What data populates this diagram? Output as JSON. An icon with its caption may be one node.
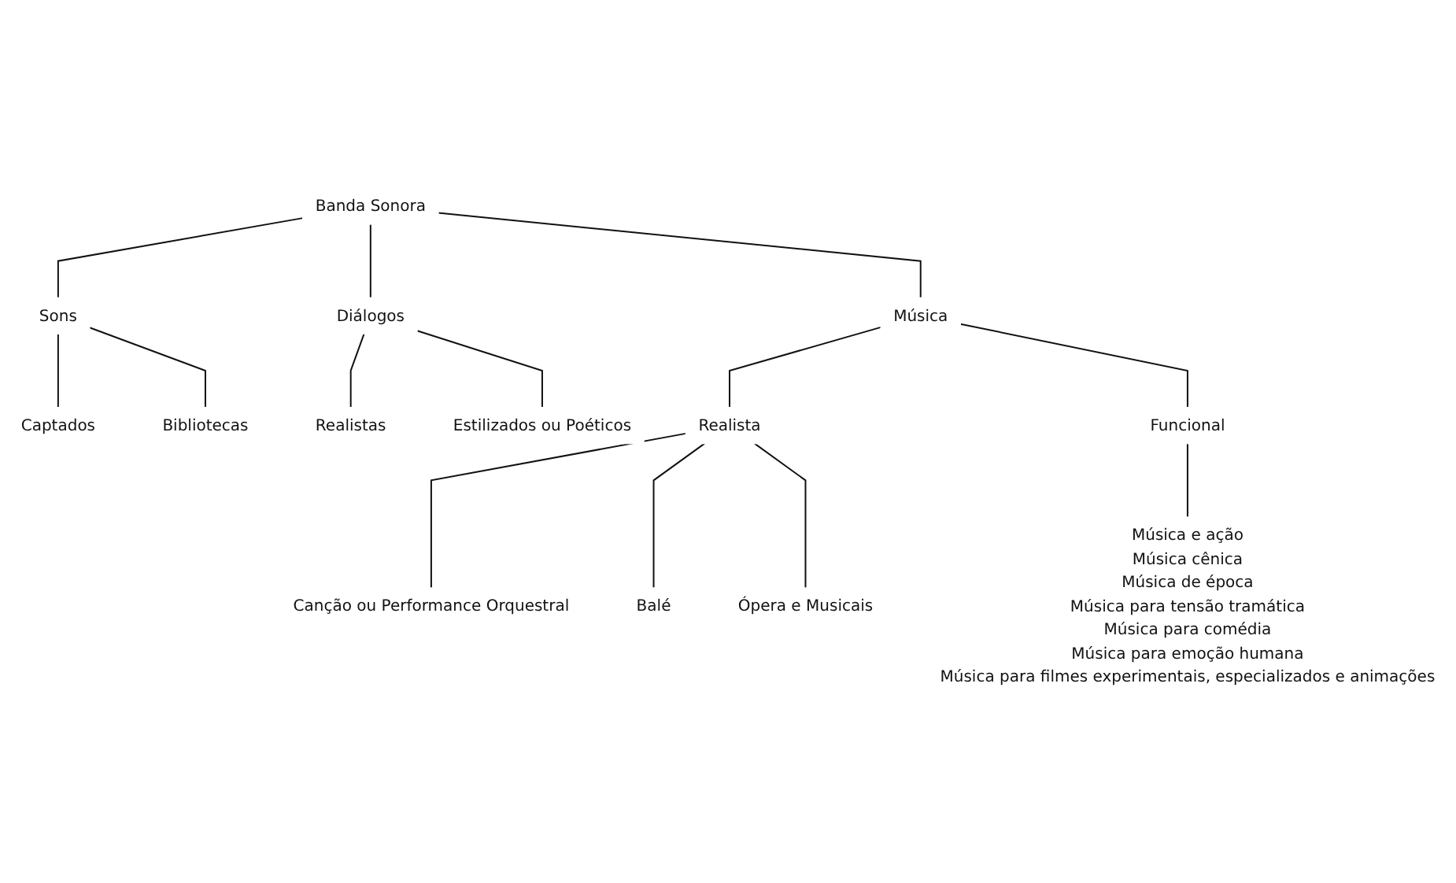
{
  "diagram": {
    "nodes": [
      {
        "text": [
          "Banda Sonora"
        ]
      },
      {
        "text": [
          "Sons"
        ]
      },
      {
        "text": [
          "Diálogos"
        ]
      },
      {
        "text": [
          "Música"
        ]
      },
      {
        "text": [
          "Captados"
        ]
      },
      {
        "text": [
          "Bibliotecas"
        ]
      },
      {
        "text": [
          "Realistas"
        ]
      },
      {
        "text": [
          "Estilizados ou Poéticos"
        ]
      },
      {
        "text": [
          "Realista"
        ]
      },
      {
        "text": [
          "Funcional"
        ]
      },
      {
        "text": [
          "Canção ou Performance Orquestral"
        ]
      },
      {
        "text": [
          "Balé"
        ]
      },
      {
        "text": [
          "Ópera e Musicais"
        ]
      },
      {
        "text": [
          "Música e ação",
          "Música cênica",
          "Música de época",
          "Música para tensão tramática",
          "Música para comédia",
          "Música para emoção humana",
          "Música para filmes experimentais, especializados e animações"
        ]
      }
    ],
    "edges": [
      {
        "from": 0,
        "to": 1,
        "arrow": "none"
      },
      {
        "from": 0,
        "to": 2,
        "arrow": "none"
      },
      {
        "from": 0,
        "to": 3,
        "arrow": "none"
      },
      {
        "from": 1,
        "to": 4,
        "arrow": "none"
      },
      {
        "from": 1,
        "to": 5,
        "arrow": "none"
      },
      {
        "from": 2,
        "to": 6,
        "arrow": "none"
      },
      {
        "from": 2,
        "to": 7,
        "arrow": "none"
      },
      {
        "from": 3,
        "to": 8,
        "arrow": "none"
      },
      {
        "from": 3,
        "to": 9,
        "arrow": "none"
      },
      {
        "from": 8,
        "to": 10,
        "arrow": "none"
      },
      {
        "from": 8,
        "to": 11,
        "arrow": "none"
      },
      {
        "from": 8,
        "to": 12,
        "arrow": "none"
      },
      {
        "from": 9,
        "to": 13,
        "arrow": "none"
      }
    ]
  }
}
